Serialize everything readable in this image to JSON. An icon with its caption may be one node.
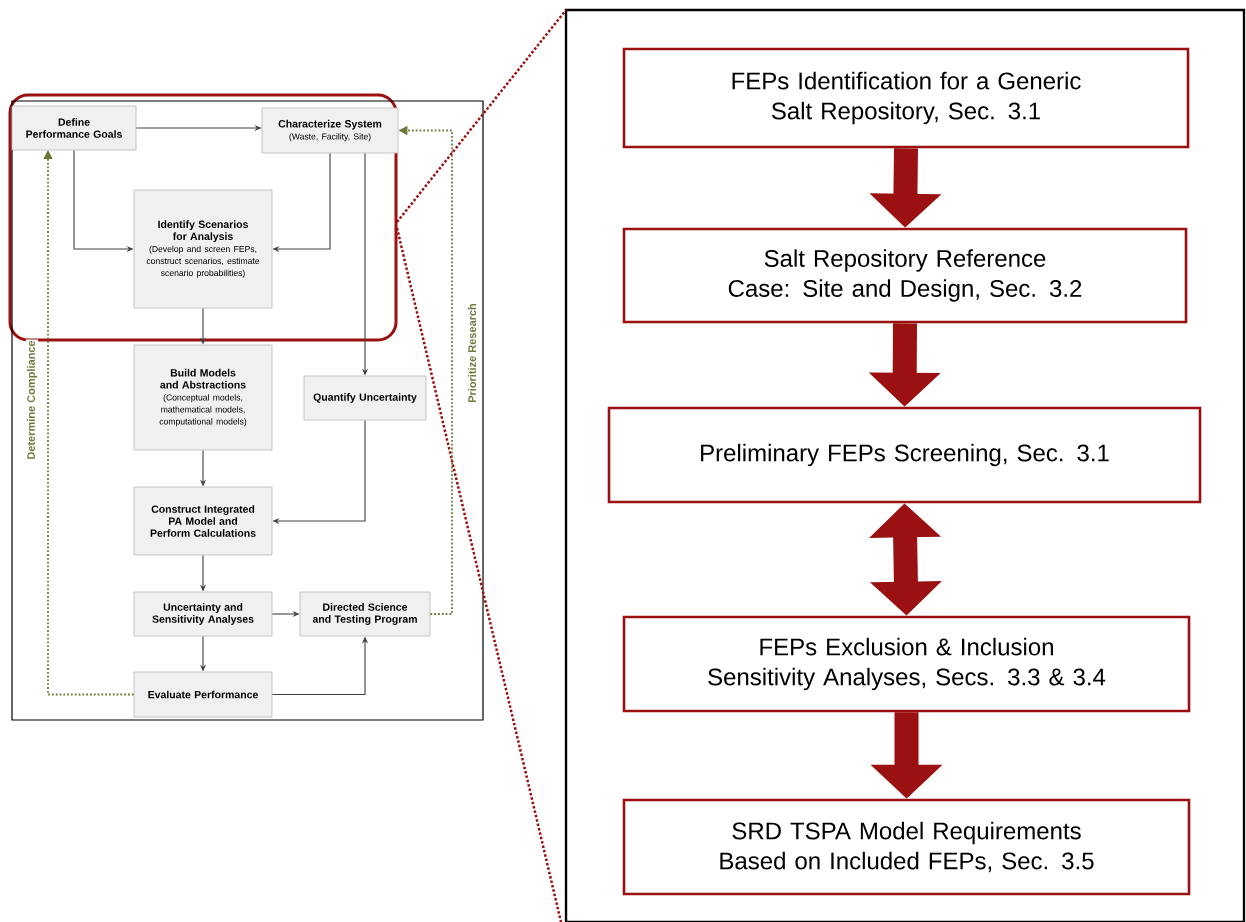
{
  "diagram": {
    "nodes": [
      {
        "text": [],
        "shape": "box"
      },
      {
        "text": [
          "Define Performance Goals"
        ],
        "in": 0
      },
      {
        "text": [
          "Characterize System",
          "(Waste, Facility, Site)"
        ],
        "in": 0
      },
      {
        "text": [
          "Identify Scenarios for Analysis",
          "(Develop and screen FEPs, construct scenarios, estimate scenario probabilities)"
        ],
        "in": 0
      },
      {
        "text": [
          "Build Models and Abstractions",
          "(Conceptual models, mathematical models, computational models)"
        ],
        "in": 0
      },
      {
        "text": [
          "Quantify Uncertainty"
        ],
        "in": 0
      },
      {
        "text": [
          "Construct Integrated PA Model and Perform Calculations"
        ],
        "in": 0
      },
      {
        "text": [
          "Uncertainty and Sensitivity Analyses"
        ],
        "in": 0
      },
      {
        "text": [
          "Directed Science and Testing Program"
        ],
        "in": 0
      },
      {
        "text": [
          "Evaluate Performance"
        ],
        "in": 0
      },
      {
        "text": [],
        "shape": "box"
      },
      {
        "text": [
          "FEPs Identification for a Generic Salt Repository, Sec. 3.1"
        ],
        "in": 10
      },
      {
        "text": [
          "Salt Repository Reference Case: Site and Design, Sec. 3.2"
        ],
        "in": 10
      },
      {
        "text": [
          "Preliminary FEPs Screening, Sec. 3.1"
        ],
        "in": 10
      },
      {
        "text": [
          "FEPs Exclusion & Inclusion Sensitivity Analyses, Secs. 3.3 & 3.4"
        ],
        "in": 10
      },
      {
        "text": [
          "SRD TSPA Model Requirements Based on Included FEPs, Sec. 3.5"
        ],
        "in": 10
      }
    ],
    "edges": [
      {
        "from": 1,
        "to": 2,
        "arrow": "to"
      },
      {
        "from": 1,
        "to": 3,
        "arrow": "to"
      },
      {
        "from": 2,
        "to": 3,
        "arrow": "to"
      },
      {
        "from": 2,
        "to": 5,
        "arrow": "to"
      },
      {
        "from": 3,
        "to": 4,
        "arrow": "to"
      },
      {
        "from": 4,
        "to": 6,
        "arrow": "to"
      },
      {
        "from": 5,
        "to": 6,
        "arrow": "to"
      },
      {
        "from": 6,
        "to": 7,
        "arrow": "to"
      },
      {
        "from": 7,
        "to": 8,
        "arrow": "to"
      },
      {
        "from": 7,
        "to": 9,
        "arrow": "to"
      },
      {
        "from": 9,
        "to": 8,
        "arrow": "to"
      },
      {
        "from": 9,
        "to": 1,
        "arrow": "to",
        "label": "Determine Compliance",
        "style": "dashed",
        "color": "#6b7a3a"
      },
      {
        "from": 8,
        "to": 2,
        "arrow": "to",
        "label": "Prioritize Research",
        "style": "dashed",
        "color": "#6b7a3a"
      },
      {
        "from": 11,
        "to": 12,
        "arrow": "to",
        "style": "thick",
        "color": "#9b1010"
      },
      {
        "from": 12,
        "to": 13,
        "arrow": "to",
        "style": "thick",
        "color": "#9b1010"
      },
      {
        "from": 13,
        "to": 14,
        "arrow": "both",
        "style": "thick",
        "color": "#9b1010"
      },
      {
        "from": 14,
        "to": 15,
        "arrow": "to",
        "style": "thick",
        "color": "#9b1010"
      }
    ]
  }
}
